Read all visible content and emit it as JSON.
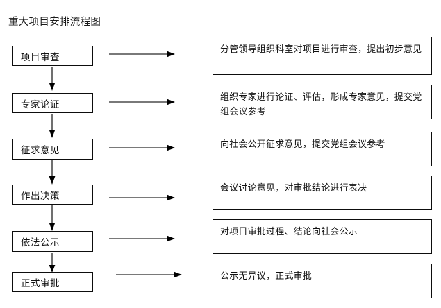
{
  "title": "重大项目安排流程图",
  "colors": {
    "background": "#ffffff",
    "box_border": "#0d0d0d",
    "text": "#111111",
    "arrow_line": "#4d4d4d",
    "arrow_head": "#000000"
  },
  "flow": {
    "steps": [
      {
        "label": "项目审查",
        "description": "分管领导组织科室对项目进行审查，提出初步意见"
      },
      {
        "label": "专家论证",
        "description": "组织专家进行论证、评估，形成专家意见，提交党组会议参考"
      },
      {
        "label": "征求意见",
        "description": "向社会公开征求意见，提交党组会议参考"
      },
      {
        "label": "作出决策",
        "description": "会议讨论意见，对审批结论进行表决"
      },
      {
        "label": "依法公示",
        "description": "对项目审批过程、结论向社会公示"
      },
      {
        "label": "正式审批",
        "description": "公示无异议，正式审批"
      }
    ]
  }
}
